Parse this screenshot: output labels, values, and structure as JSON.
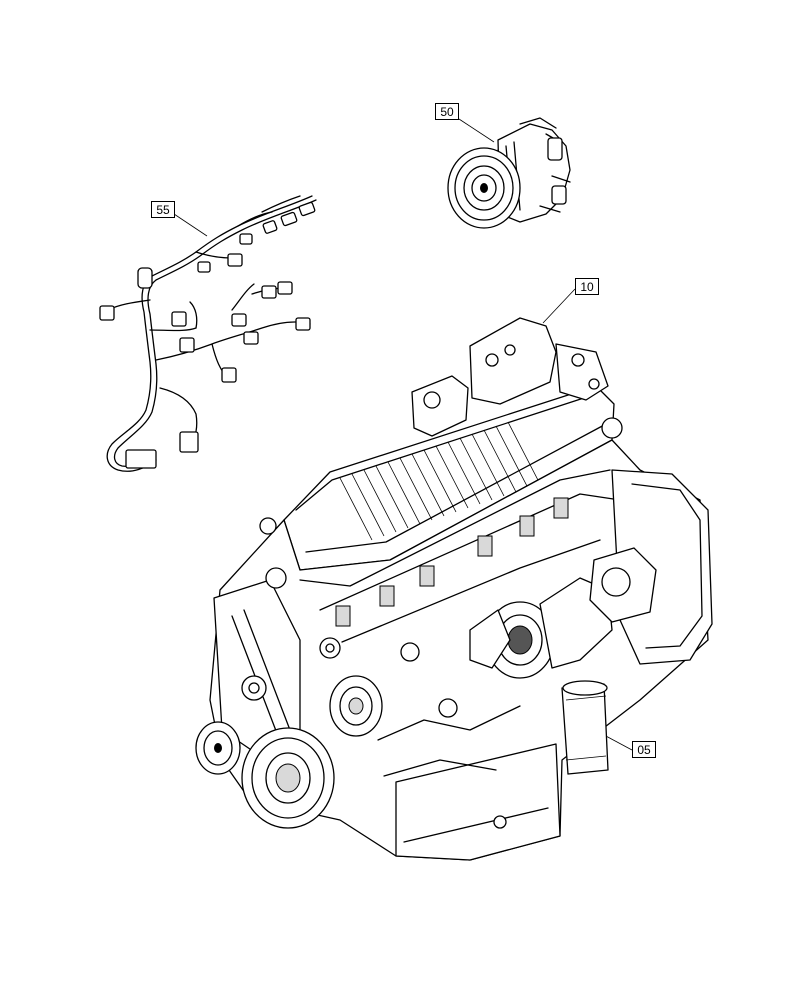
{
  "callouts": [
    {
      "id": "compressor",
      "label": "50"
    },
    {
      "id": "harness",
      "label": "55"
    },
    {
      "id": "engine",
      "label": "10"
    },
    {
      "id": "filter",
      "label": "05"
    }
  ]
}
